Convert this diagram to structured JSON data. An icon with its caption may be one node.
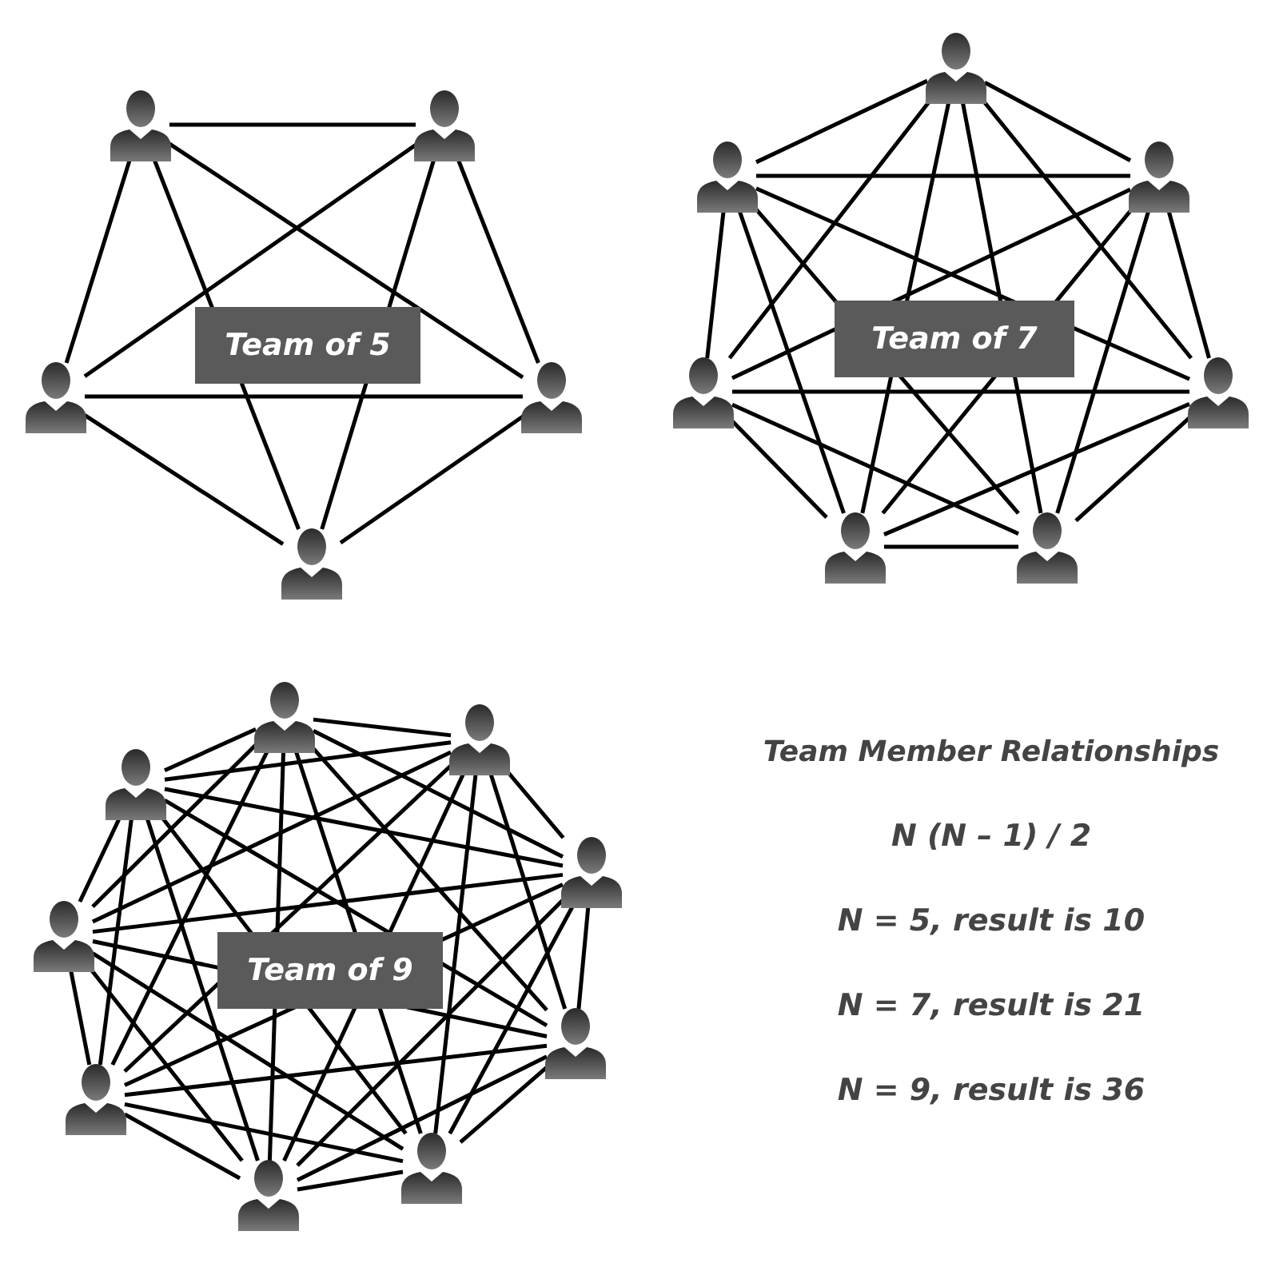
{
  "diagram": {
    "nodes": [
      {
        "text": [],
        "shape": "person"
      },
      {
        "text": [],
        "shape": "person"
      },
      {
        "text": [],
        "shape": "person"
      },
      {
        "text": [],
        "shape": "person"
      },
      {
        "text": [],
        "shape": "person"
      },
      {
        "text": [],
        "shape": "person"
      },
      {
        "text": [],
        "shape": "person"
      },
      {
        "text": [],
        "shape": "person"
      },
      {
        "text": [],
        "shape": "person"
      },
      {
        "text": [],
        "shape": "person"
      },
      {
        "text": [],
        "shape": "person"
      },
      {
        "text": [],
        "shape": "person"
      },
      {
        "text": [],
        "shape": "person"
      },
      {
        "text": [],
        "shape": "person"
      },
      {
        "text": [],
        "shape": "person"
      },
      {
        "text": [],
        "shape": "person"
      },
      {
        "text": [],
        "shape": "person"
      },
      {
        "text": [],
        "shape": "person"
      },
      {
        "text": [],
        "shape": "person"
      },
      {
        "text": [],
        "shape": "person"
      },
      {
        "text": [],
        "shape": "person"
      }
    ],
    "edges": [
      {
        "from": 0,
        "to": 1,
        "arrow": "none"
      },
      {
        "from": 0,
        "to": 2,
        "arrow": "none"
      },
      {
        "from": 0,
        "to": 3,
        "arrow": "none"
      },
      {
        "from": 0,
        "to": 4,
        "arrow": "none"
      },
      {
        "from": 1,
        "to": 2,
        "arrow": "none"
      },
      {
        "from": 1,
        "to": 3,
        "arrow": "none"
      },
      {
        "from": 1,
        "to": 4,
        "arrow": "none"
      },
      {
        "from": 2,
        "to": 3,
        "arrow": "none"
      },
      {
        "from": 2,
        "to": 4,
        "arrow": "none"
      },
      {
        "from": 3,
        "to": 4,
        "arrow": "none"
      },
      {
        "from": 5,
        "to": 6,
        "arrow": "none"
      },
      {
        "from": 5,
        "to": 7,
        "arrow": "none"
      },
      {
        "from": 5,
        "to": 8,
        "arrow": "none"
      },
      {
        "from": 5,
        "to": 9,
        "arrow": "none"
      },
      {
        "from": 5,
        "to": 10,
        "arrow": "none"
      },
      {
        "from": 5,
        "to": 11,
        "arrow": "none"
      },
      {
        "from": 6,
        "to": 7,
        "arrow": "none"
      },
      {
        "from": 6,
        "to": 8,
        "arrow": "none"
      },
      {
        "from": 6,
        "to": 9,
        "arrow": "none"
      },
      {
        "from": 6,
        "to": 10,
        "arrow": "none"
      },
      {
        "from": 6,
        "to": 11,
        "arrow": "none"
      },
      {
        "from": 7,
        "to": 8,
        "arrow": "none"
      },
      {
        "from": 7,
        "to": 9,
        "arrow": "none"
      },
      {
        "from": 7,
        "to": 10,
        "arrow": "none"
      },
      {
        "from": 7,
        "to": 11,
        "arrow": "none"
      },
      {
        "from": 8,
        "to": 9,
        "arrow": "none"
      },
      {
        "from": 8,
        "to": 10,
        "arrow": "none"
      },
      {
        "from": 8,
        "to": 11,
        "arrow": "none"
      },
      {
        "from": 9,
        "to": 10,
        "arrow": "none"
      },
      {
        "from": 9,
        "to": 11,
        "arrow": "none"
      },
      {
        "from": 10,
        "to": 11,
        "arrow": "none"
      },
      {
        "from": 12,
        "to": 13,
        "arrow": "none"
      },
      {
        "from": 12,
        "to": 14,
        "arrow": "none"
      },
      {
        "from": 12,
        "to": 15,
        "arrow": "none"
      },
      {
        "from": 12,
        "to": 16,
        "arrow": "none"
      },
      {
        "from": 12,
        "to": 17,
        "arrow": "none"
      },
      {
        "from": 12,
        "to": 18,
        "arrow": "none"
      },
      {
        "from": 12,
        "to": 19,
        "arrow": "none"
      },
      {
        "from": 12,
        "to": 20,
        "arrow": "none"
      },
      {
        "from": 13,
        "to": 14,
        "arrow": "none"
      },
      {
        "from": 13,
        "to": 15,
        "arrow": "none"
      },
      {
        "from": 13,
        "to": 16,
        "arrow": "none"
      },
      {
        "from": 13,
        "to": 17,
        "arrow": "none"
      },
      {
        "from": 13,
        "to": 18,
        "arrow": "none"
      },
      {
        "from": 13,
        "to": 19,
        "arrow": "none"
      },
      {
        "from": 13,
        "to": 20,
        "arrow": "none"
      },
      {
        "from": 14,
        "to": 15,
        "arrow": "none"
      },
      {
        "from": 14,
        "to": 16,
        "arrow": "none"
      },
      {
        "from": 14,
        "to": 17,
        "arrow": "none"
      },
      {
        "from": 14,
        "to": 18,
        "arrow": "none"
      },
      {
        "from": 14,
        "to": 19,
        "arrow": "none"
      },
      {
        "from": 14,
        "to": 20,
        "arrow": "none"
      },
      {
        "from": 15,
        "to": 16,
        "arrow": "none"
      },
      {
        "from": 15,
        "to": 17,
        "arrow": "none"
      },
      {
        "from": 15,
        "to": 18,
        "arrow": "none"
      },
      {
        "from": 15,
        "to": 19,
        "arrow": "none"
      },
      {
        "from": 15,
        "to": 20,
        "arrow": "none"
      },
      {
        "from": 16,
        "to": 17,
        "arrow": "none"
      },
      {
        "from": 16,
        "to": 18,
        "arrow": "none"
      },
      {
        "from": 16,
        "to": 19,
        "arrow": "none"
      },
      {
        "from": 16,
        "to": 20,
        "arrow": "none"
      },
      {
        "from": 17,
        "to": 18,
        "arrow": "none"
      },
      {
        "from": 17,
        "to": 19,
        "arrow": "none"
      },
      {
        "from": 17,
        "to": 20,
        "arrow": "none"
      },
      {
        "from": 18,
        "to": 19,
        "arrow": "none"
      },
      {
        "from": 18,
        "to": 20,
        "arrow": "none"
      },
      {
        "from": 19,
        "to": 20,
        "arrow": "none"
      }
    ],
    "labels": [
      "Team of 5",
      "Team of 7",
      "Team of 9",
      "Team Member Relationships",
      "N (N – 1) / 2",
      "N = 5, result is 10",
      "N = 7, result is 21",
      "N = 9, result is 36"
    ]
  }
}
